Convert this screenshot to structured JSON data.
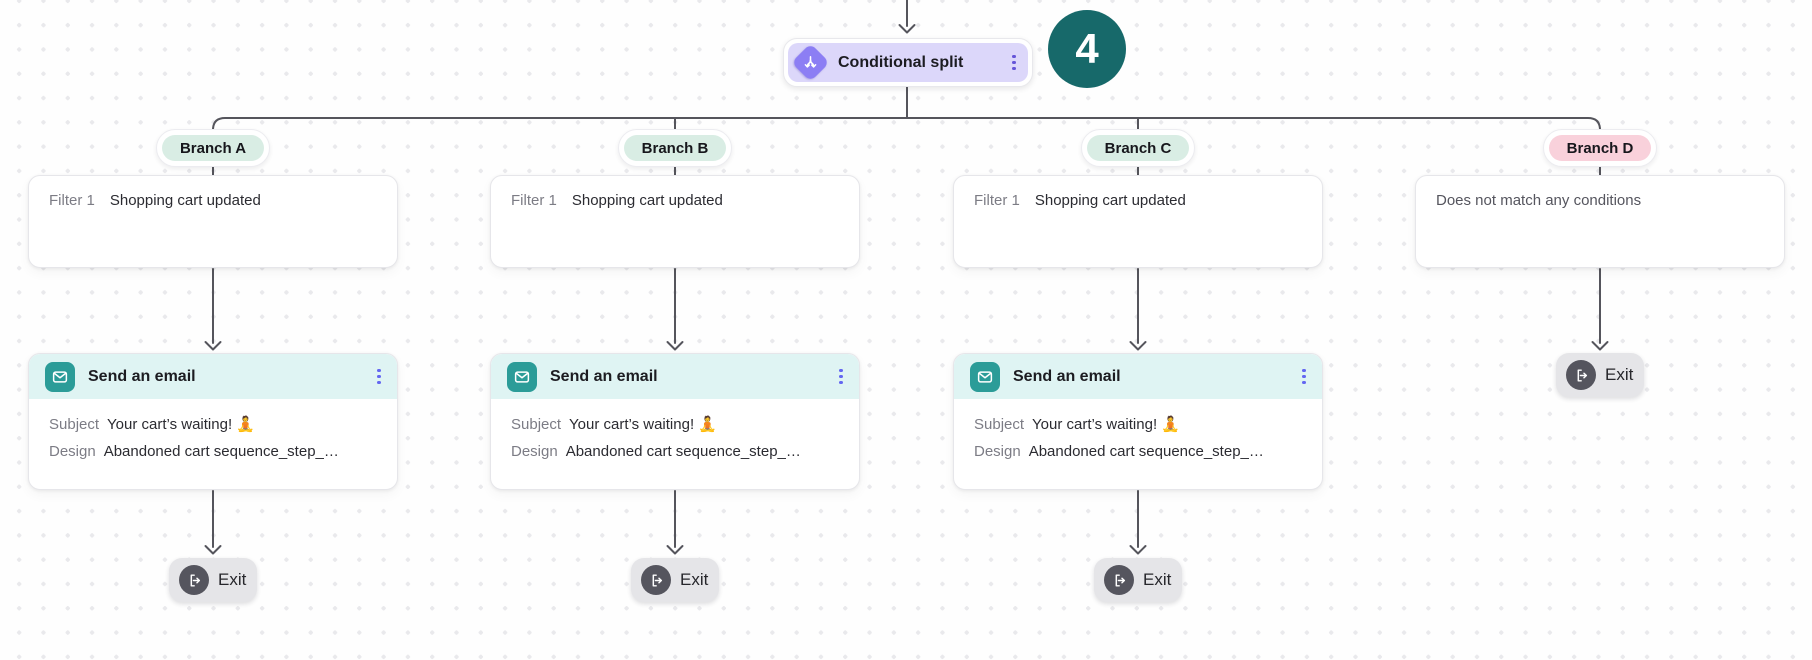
{
  "canvas": {
    "background_dot_color": "#E9E9EC",
    "connector_color": "#55555C"
  },
  "split_node": {
    "label": "Conditional split",
    "badge_count": "4",
    "accent_color": "#DCD7FA",
    "icon_color": "#8C7EF4",
    "badge_color": "#17696A",
    "icon": "split-diamond-icon",
    "menu_icon": "kebab-menu-icon"
  },
  "email_defaults": {
    "title": "Send an email",
    "subject_label": "Subject",
    "design_label": "Design",
    "header_color": "#DFF4F3",
    "icon_color": "#2B9C98",
    "icon": "envelope-icon"
  },
  "branches": [
    {
      "label": "Branch A",
      "pill_color": "#D9EDE4",
      "filter_label": "Filter 1",
      "filter_value": "Shopping cart updated",
      "email": {
        "title": "Send an email",
        "subject_label": "Subject",
        "subject_value": "Your cart’s waiting! 🧘",
        "design_label": "Design",
        "design_value": "Abandoned cart sequence_step_…"
      },
      "exit_label": "Exit"
    },
    {
      "label": "Branch B",
      "pill_color": "#D9EDE4",
      "filter_label": "Filter 1",
      "filter_value": "Shopping cart updated",
      "email": {
        "title": "Send an email",
        "subject_label": "Subject",
        "subject_value": "Your cart’s waiting! 🧘",
        "design_label": "Design",
        "design_value": "Abandoned cart sequence_step_…"
      },
      "exit_label": "Exit"
    },
    {
      "label": "Branch C",
      "pill_color": "#D9EDE4",
      "filter_label": "Filter 1",
      "filter_value": "Shopping cart updated",
      "email": {
        "title": "Send an email",
        "subject_label": "Subject",
        "subject_value": "Your cart’s waiting! 🧘",
        "design_label": "Design",
        "design_value": "Abandoned cart sequence_step_…"
      },
      "exit_label": "Exit"
    },
    {
      "label": "Branch D",
      "pill_color": "#F9D1DB",
      "card_text": "Does not match any conditions",
      "exit_label": "Exit"
    }
  ]
}
